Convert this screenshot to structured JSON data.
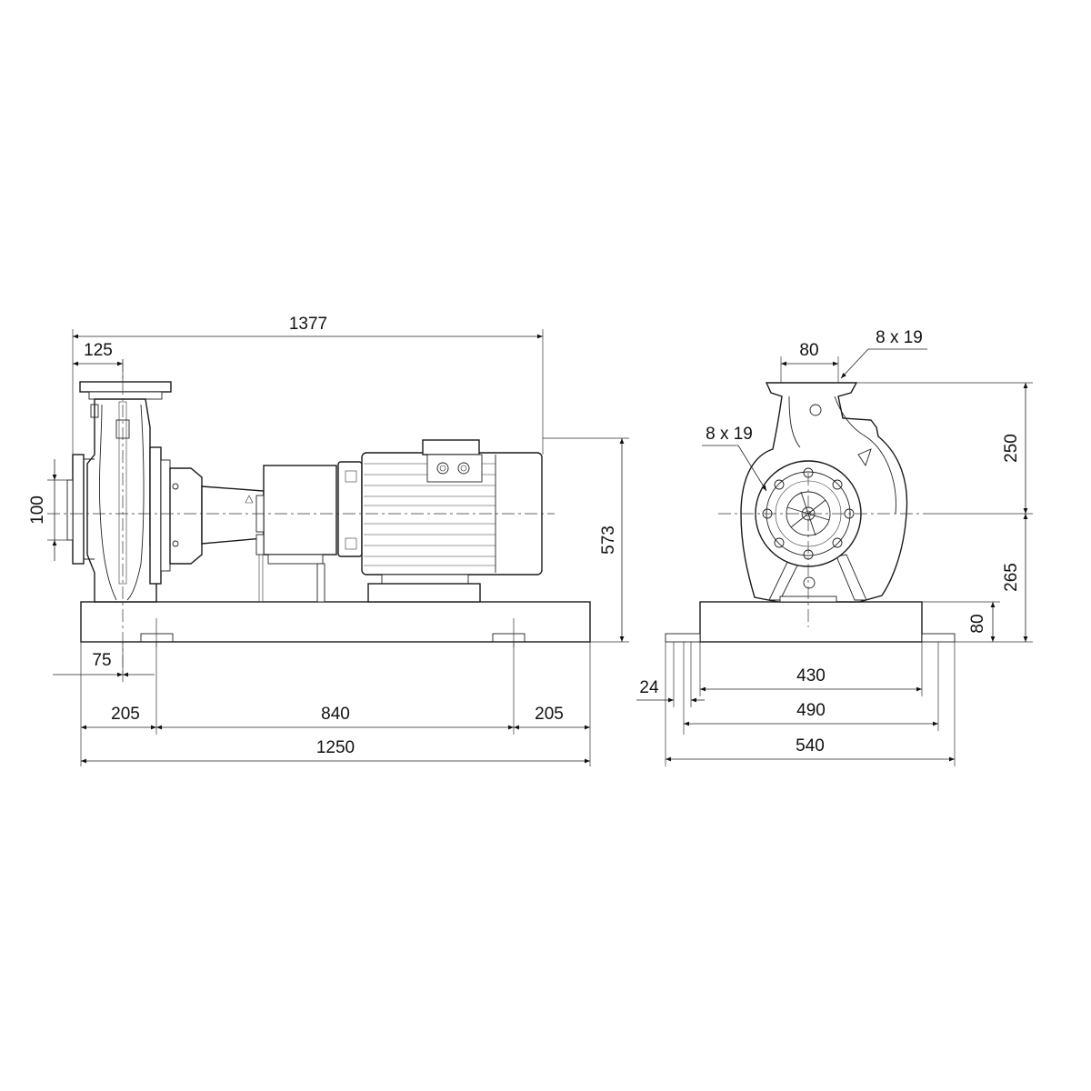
{
  "drawing": {
    "side_view": {
      "overall_length": "1377",
      "flange_offset": "125",
      "port_diameter": "100",
      "shaft_height": "573",
      "foot_offset": "75",
      "base_left": "205",
      "base_middle": "840",
      "base_right": "205",
      "base_length": "1250"
    },
    "front_view": {
      "discharge_port": "80",
      "discharge_bolts": "8 x 19",
      "suction_bolts": "8 x 19",
      "outlet_height": "250",
      "shaft_center_height": "265",
      "base_height": "80",
      "anchor_hole": "24",
      "inner_width": "430",
      "anchor_spacing": "490",
      "base_width": "540"
    }
  }
}
